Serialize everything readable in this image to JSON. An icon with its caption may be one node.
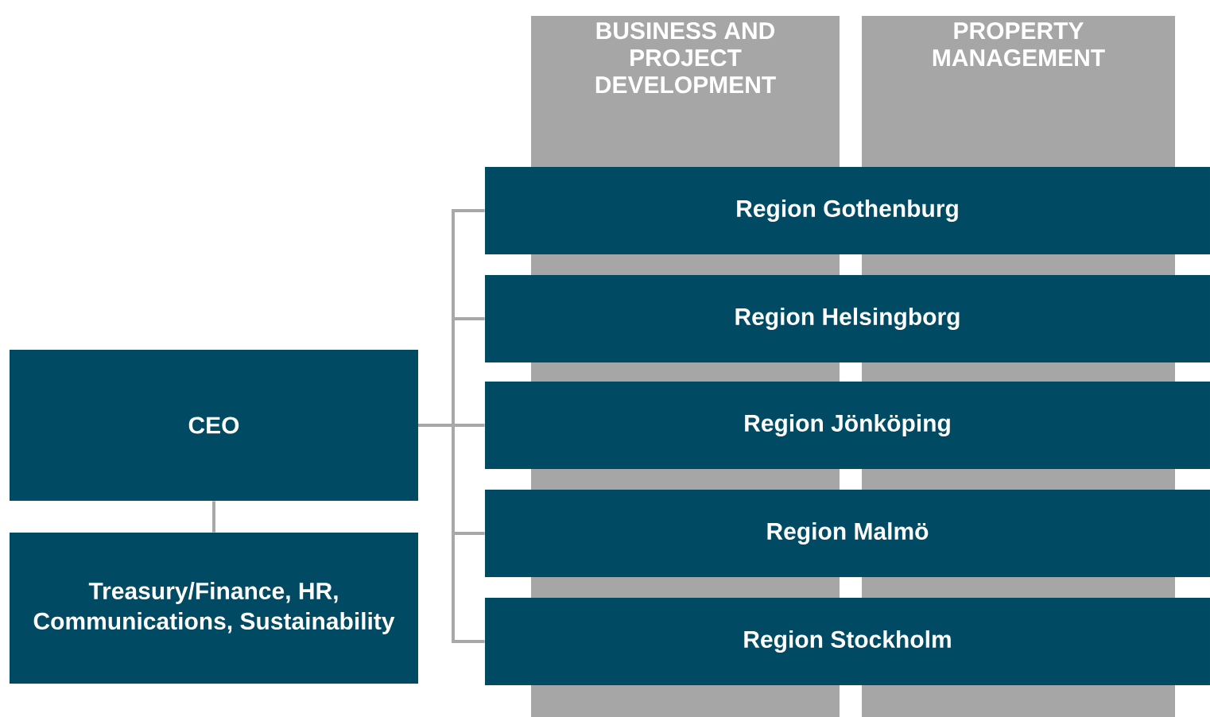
{
  "diagram": {
    "nodes": [
      {
        "text": [
          "BUSINESS AND PROJECT DEVELOPMENT"
        ]
      },
      {
        "text": [
          "PROPERTY MANAGEMENT"
        ]
      },
      {
        "text": [
          "Region Gothenburg"
        ]
      },
      {
        "text": [
          "Region Helsingborg"
        ]
      },
      {
        "text": [
          "Region Jönköping"
        ]
      },
      {
        "text": [
          "Region Malmö"
        ]
      },
      {
        "text": [
          "Region Stockholm"
        ]
      },
      {
        "text": [
          "CEO"
        ]
      },
      {
        "text": [
          "Treasury/Finance, HR, Communications, Sustainability"
        ]
      }
    ],
    "edges": [
      {
        "from": 7,
        "to": 8,
        "arrow": "none"
      },
      {
        "from": 7,
        "to": 2,
        "arrow": "none"
      },
      {
        "from": 7,
        "to": 3,
        "arrow": "none"
      },
      {
        "from": 7,
        "to": 4,
        "arrow": "none"
      },
      {
        "from": 7,
        "to": 5,
        "arrow": "none"
      },
      {
        "from": 7,
        "to": 6,
        "arrow": "none"
      }
    ]
  }
}
